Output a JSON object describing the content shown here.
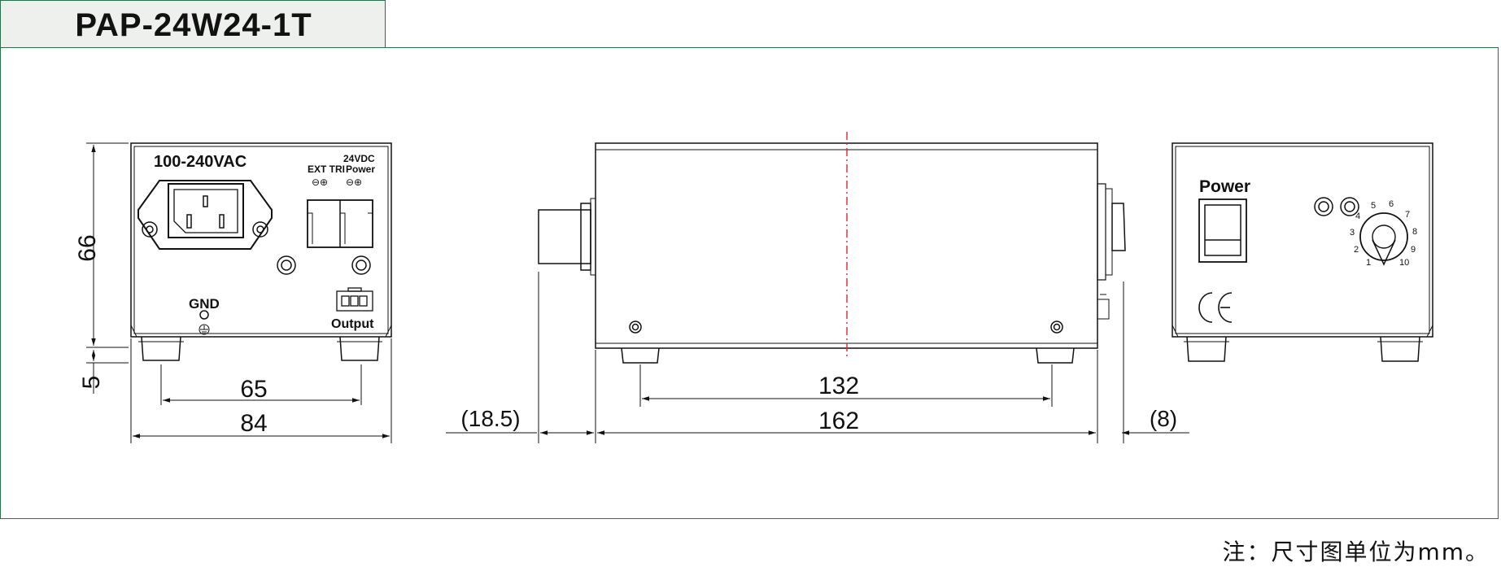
{
  "title": "PAP-24W24-1T",
  "front_view": {
    "input_voltage": "100-240VAC",
    "power_label": "24VDC",
    "power_sub": "Power",
    "ext_tri_label": "EXT TRI",
    "gnd_label": "GND",
    "output_label": "Output",
    "polarity_pair": "⊖⊕"
  },
  "rear_view": {
    "power_switch_label": "Power",
    "ce_mark": "CE",
    "dial_numbers": [
      "1",
      "2",
      "3",
      "4",
      "5",
      "6",
      "7",
      "8",
      "9",
      "10"
    ]
  },
  "dimensions": {
    "height": "66",
    "foot_height": "5",
    "front_hole_spacing": "65",
    "front_width": "84",
    "side_hole_spacing": "132",
    "side_length": "162",
    "front_protrusion": "(18.5)",
    "rear_protrusion": "(8)"
  },
  "footnote": "注：尺寸图单位为mm。"
}
